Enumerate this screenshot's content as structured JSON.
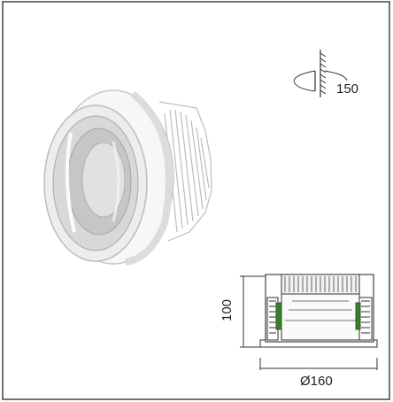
{
  "diagram": {
    "cutout_label": "150",
    "height_label": "100",
    "width_label": "Ø160"
  },
  "colors": {
    "line": "#333333",
    "sheet_border": "#444444",
    "product_body": "#f4f4f4",
    "reflector": "#cfcfcf"
  }
}
